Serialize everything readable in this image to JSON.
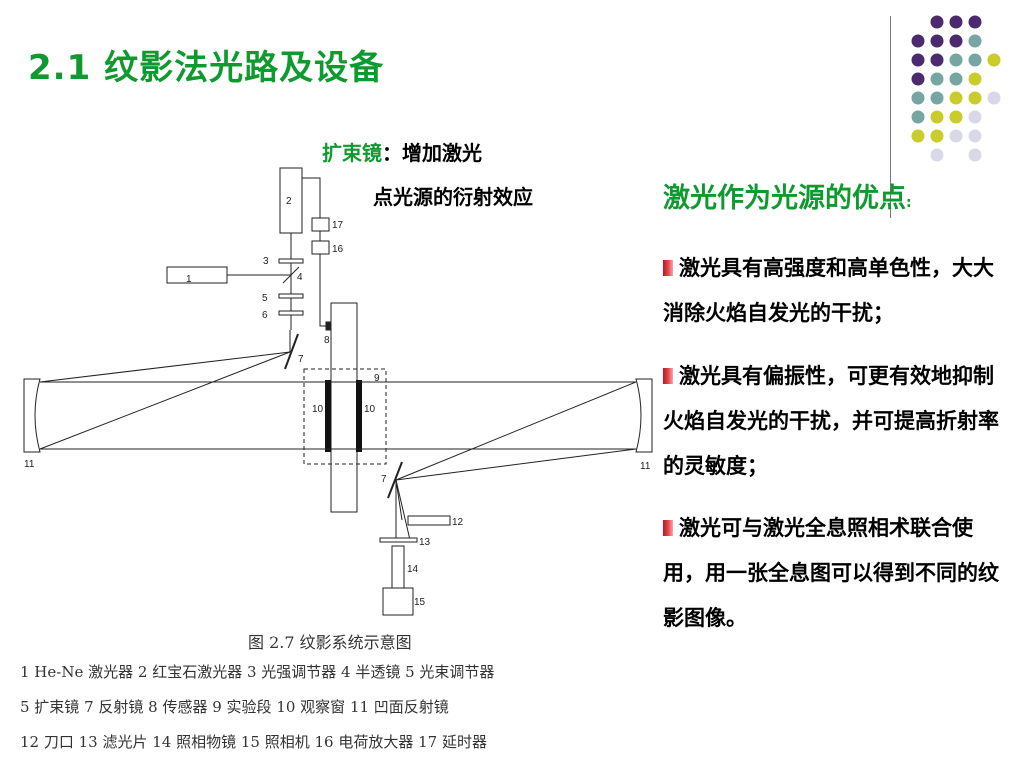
{
  "slide": {
    "title": "2.1  纹影法光路及设备",
    "note": {
      "term": "扩束镜",
      "line1_rest": "：增加激光",
      "line2": "点光源的衍射效应"
    },
    "advantages": {
      "title": "激光作为光源的优点",
      "title_suffix": ":",
      "points": [
        "激光具有高强度和高单色性，大大消除火焰自发光的干扰；",
        "激光具有偏振性，可更有效地抑制火焰自发光的干扰，并可提高折射率的灵敏度；",
        "激光可与激光全息照相术联合使用，用一张全息图可以得到不同的纹影图像。"
      ]
    },
    "figure": {
      "labels": [
        "1",
        "2",
        "3",
        "4",
        "5",
        "6",
        "7",
        "8",
        "9",
        "10",
        "10",
        "11",
        "11",
        "7",
        "12",
        "13",
        "14",
        "15",
        "16",
        "17"
      ],
      "caption": "图 2.7  纹影系统示意图",
      "legend": [
        "1 He-Ne 激光器   2  红宝石激光器   3  光强调节器   4   半透镜   5  光束调节器",
        "5  扩束镜   7  反射镜   8  传感器   9  实验段   10   观察窗   11  凹面反射镜",
        "12  刀口   13  滤光片   14  照相物镜   15  照相机   16  电荷放大器  17  延时器"
      ]
    },
    "colors": {
      "title_green": "#0f9a2f",
      "dot_purple": "#4b2a6f",
      "dot_teal": "#76a6a2",
      "dot_yellow": "#c9cc2a",
      "dot_lavender": "#d8d8e8",
      "bullet_red": "#c2141b"
    }
  }
}
